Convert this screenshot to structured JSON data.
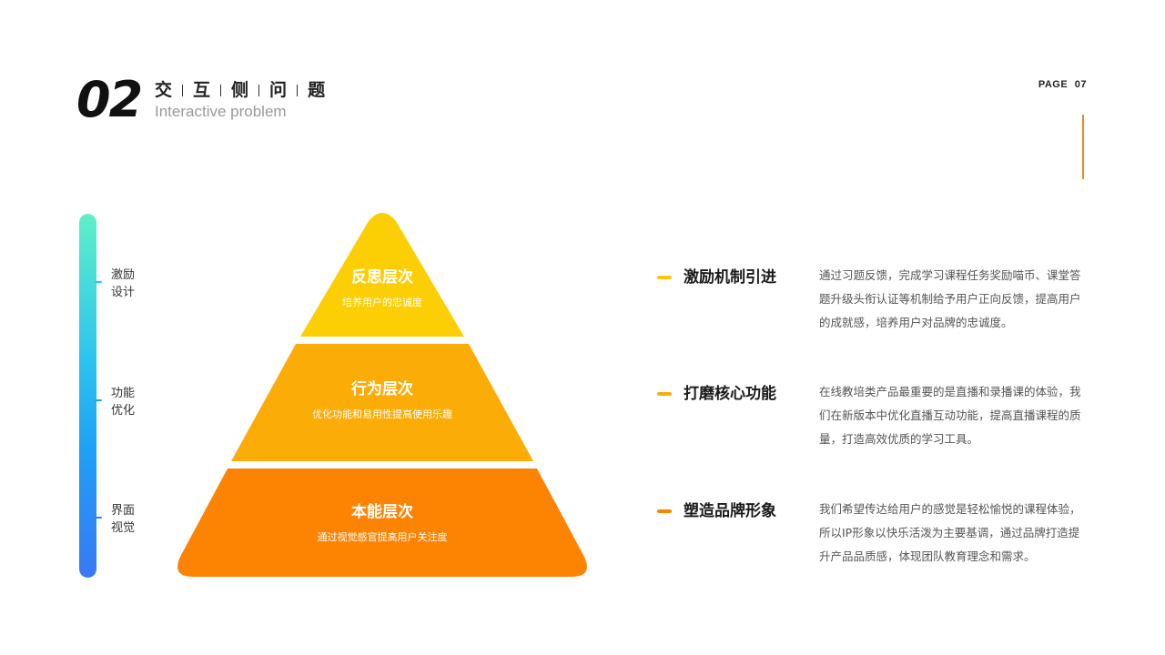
{
  "header": {
    "section_number": "02",
    "title_chars": [
      "交",
      "互",
      "侧",
      "问",
      "题"
    ],
    "title_en": "Interactive problem",
    "page_label": "PAGE",
    "page_number": "07",
    "accent_color": "#f08a1c"
  },
  "axis": {
    "labels": [
      {
        "line1": "激励",
        "line2": "设计",
        "tick_color": "#2cc4ee"
      },
      {
        "line1": "功能",
        "line2": "优化",
        "tick_color": "#1ea0f5"
      },
      {
        "line1": "界面",
        "line2": "视觉",
        "tick_color": "#3a78f5"
      }
    ]
  },
  "pyramid": {
    "tiers": [
      {
        "title": "反思层次",
        "subtitle": "培养用户的忠诚度",
        "color": "#fccf05"
      },
      {
        "title": "行为层次",
        "subtitle": "优化功能和易用性提高使用乐趣",
        "color": "#fbac06"
      },
      {
        "title": "本能层次",
        "subtitle": "通过视觉感官提高用户关注度",
        "color": "#fd8403"
      }
    ]
  },
  "items": [
    {
      "title": "激励机制引进",
      "description": "通过习题反馈，完成学习课程任务奖励喵币、课堂答题升级头衔认证等机制给予用户正向反馈，提高用户的成就感，培养用户对品牌的忠诚度。",
      "dash_color": "#fcc805"
    },
    {
      "title": "打磨核心功能",
      "description": "在线教培类产品最重要的是直播和录播课的体验，我们在新版本中优化直播互动功能，提高直播课程的质量，打造高效优质的学习工具。",
      "dash_color": "#fbac06"
    },
    {
      "title": "塑造品牌形象",
      "description": "我们希望传达给用户的感觉是轻松愉悦的课程体验，所以IP形象以快乐活泼为主要基调，通过品牌打造提升产品品质感，体现团队教育理念和需求。",
      "dash_color": "#fd8403"
    }
  ]
}
